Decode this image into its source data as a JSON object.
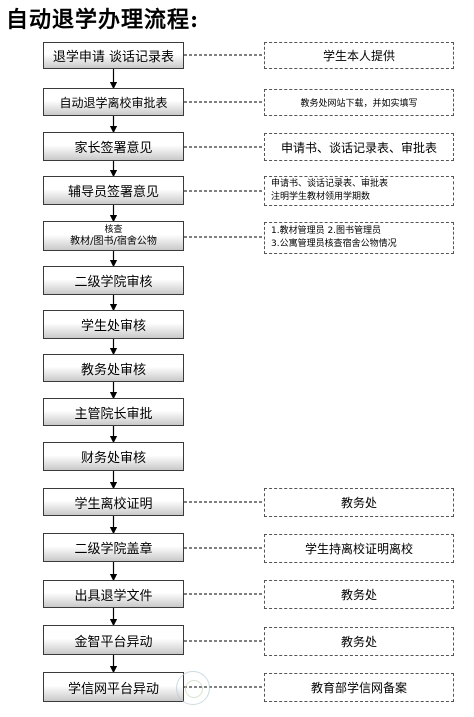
{
  "title": "自动退学办理流程:",
  "steps": [
    "退学申请  谈话记录表",
    "自动退学离校审批表",
    "家长签署意见",
    "辅导员签署意见",
    {
      "top": "核查",
      "main": "教材/图书/宿舍公物"
    },
    "二级学院审核",
    "学生处审核",
    "教务处审核",
    "主管院长审批",
    "财务处审核",
    "学生离校证明",
    "二级学院盖章",
    "出具退学文件",
    "金智平台异动",
    "学信网平台异动"
  ],
  "notes": {
    "n1": "学生本人提供",
    "n2": "教务处网站下载，并如实填写",
    "n3": "申请书、谈话记录表、审批表",
    "n4": [
      "申请书、谈话记录表、审批表",
      "注明学生教材领用学期数"
    ],
    "n5": [
      "1.教材管理员    2.图书管理员",
      "3.公寓管理员核查宿舍公物情况"
    ],
    "n6": "教务处",
    "n7": "学生持离校证明离校",
    "n8": "教务处",
    "n9": "教务处",
    "n10": "教育部学信网备案"
  },
  "colors": {
    "border": "#3a3a3a",
    "gradient_bottom": "#c9c9c9"
  }
}
